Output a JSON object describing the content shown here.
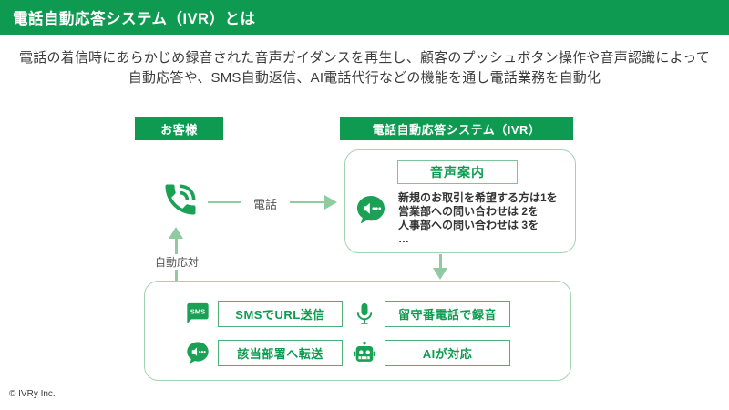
{
  "header": {
    "title": "電話自動応答システム（IVR）とは"
  },
  "subtitle": {
    "line1": "電話の着信時にあらかじめ録音された音声ガイダンスを再生し、顧客のプッシュボタン操作や音声認識によって",
    "line2": "自動応答や、SMS自動返信、AI電話代行などの機能を通し電話業務を自動化"
  },
  "diagram": {
    "customer_label": "お客様",
    "ivr_label": "電話自動応答システム（IVR）",
    "call_label": "電話",
    "auto_answer_label": "自動応対",
    "voice_guide": {
      "title": "音声案内",
      "lines": [
        "新規のお取引を希望する方は1を",
        "営業部への問い合わせは 2を",
        "人事部への問い合わせは 3を",
        "…"
      ]
    },
    "features": [
      {
        "icon": "sms-icon",
        "label": "SMSでURL送信"
      },
      {
        "icon": "microphone-icon",
        "label": "留守番電話で録音"
      },
      {
        "icon": "megaphone-bubble-icon",
        "label": "該当部署へ転送"
      },
      {
        "icon": "robot-icon",
        "label": "AIが対応"
      }
    ],
    "sms_icon_text": "SMS"
  },
  "footer": {
    "copyright": "© IVRy Inc."
  },
  "colors": {
    "brand_green": "#0e9b51",
    "icon_green": "#1aa155",
    "arrow_green": "#8fcba0",
    "box_border_green": "#a3d4b2",
    "label_border_green": "#4faf78",
    "text_dark": "#3c3c3c"
  }
}
